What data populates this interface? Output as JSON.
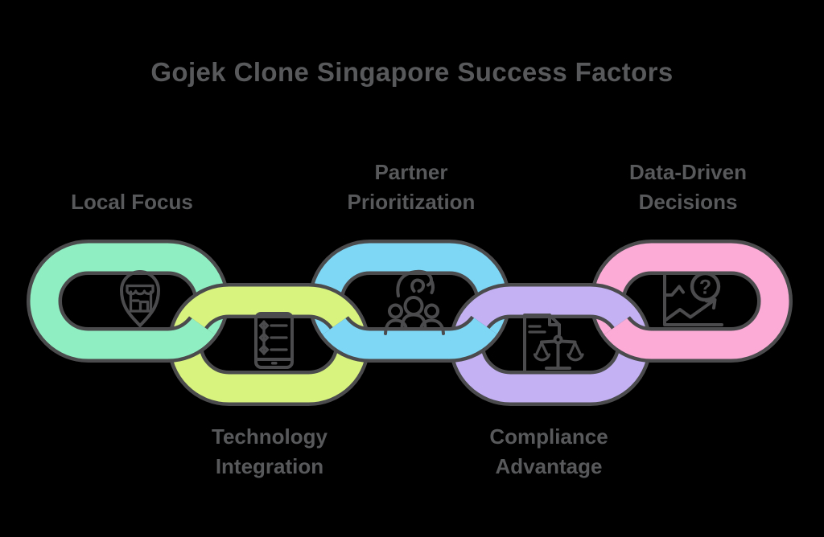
{
  "title": "Gojek Clone Singapore Success Factors",
  "colors": {
    "background": "#000000",
    "outline": "#4B4B4D",
    "text": "#58595B"
  },
  "factors": [
    {
      "id": "local-focus",
      "lines": [
        "Local Focus"
      ],
      "color": "#90EFC2",
      "icon": "store-location-pin-icon",
      "label_position": "above"
    },
    {
      "id": "technology-integration",
      "lines": [
        "Technology",
        "Integration"
      ],
      "color": "#D8F37E",
      "icon": "phone-settings-icon",
      "label_position": "below"
    },
    {
      "id": "partner-prioritization",
      "lines": [
        "Partner",
        "Prioritization"
      ],
      "color": "#7FD7F6",
      "icon": "hand-people-icon",
      "label_position": "above"
    },
    {
      "id": "compliance-advantage",
      "lines": [
        "Compliance",
        "Advantage"
      ],
      "color": "#C3B1F4",
      "icon": "document-scales-icon",
      "label_position": "below"
    },
    {
      "id": "data-driven-decisions",
      "lines": [
        "Data-Driven",
        "Decisions"
      ],
      "color": "#FBABD6",
      "icon": "chart-question-icon",
      "label_position": "above"
    }
  ],
  "icon_glyphs": {
    "question_mark": "?"
  }
}
